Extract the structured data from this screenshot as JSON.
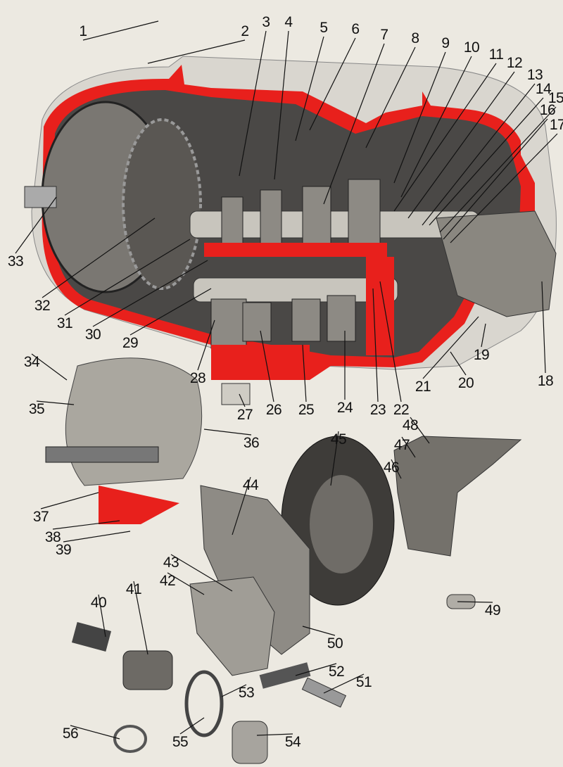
{
  "diagram": {
    "callouts": [
      "1",
      "2",
      "3",
      "4",
      "5",
      "6",
      "7",
      "8",
      "9",
      "10",
      "11",
      "12",
      "13",
      "14",
      "15",
      "16",
      "17",
      "18",
      "19",
      "20",
      "21",
      "22",
      "23",
      "24",
      "25",
      "26",
      "27",
      "28",
      "29",
      "30",
      "31",
      "32",
      "33",
      "34",
      "35",
      "36",
      "37",
      "38",
      "39",
      "40",
      "41",
      "42",
      "43",
      "44",
      "45",
      "46",
      "47",
      "48",
      "49",
      "50",
      "51",
      "52",
      "53",
      "54",
      "55",
      "56"
    ]
  },
  "colors": {
    "section_red": "#e8201c",
    "metal_dark": "#3a3a3a",
    "metal_light": "#b9b6ae",
    "background": "#ece9e1"
  }
}
